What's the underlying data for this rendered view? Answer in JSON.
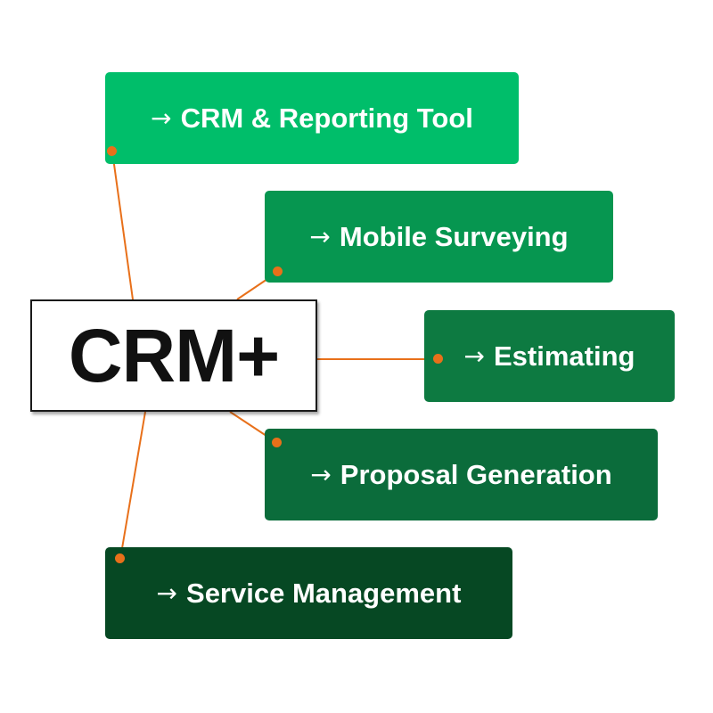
{
  "diagram": {
    "center": {
      "label": "CRM+"
    },
    "arrow_glyph": "→",
    "connector_color": "#e8701a",
    "nodes": [
      {
        "id": "crm-reporting",
        "label": "CRM & Reporting Tool",
        "color": "#00be6a"
      },
      {
        "id": "mobile-surveying",
        "label": "Mobile Surveying",
        "color": "#069650"
      },
      {
        "id": "estimating",
        "label": "Estimating",
        "color": "#0d7a41"
      },
      {
        "id": "proposal-generation",
        "label": "Proposal Generation",
        "color": "#0b6c3b"
      },
      {
        "id": "service-management",
        "label": "Service Management",
        "color": "#064823"
      }
    ]
  }
}
